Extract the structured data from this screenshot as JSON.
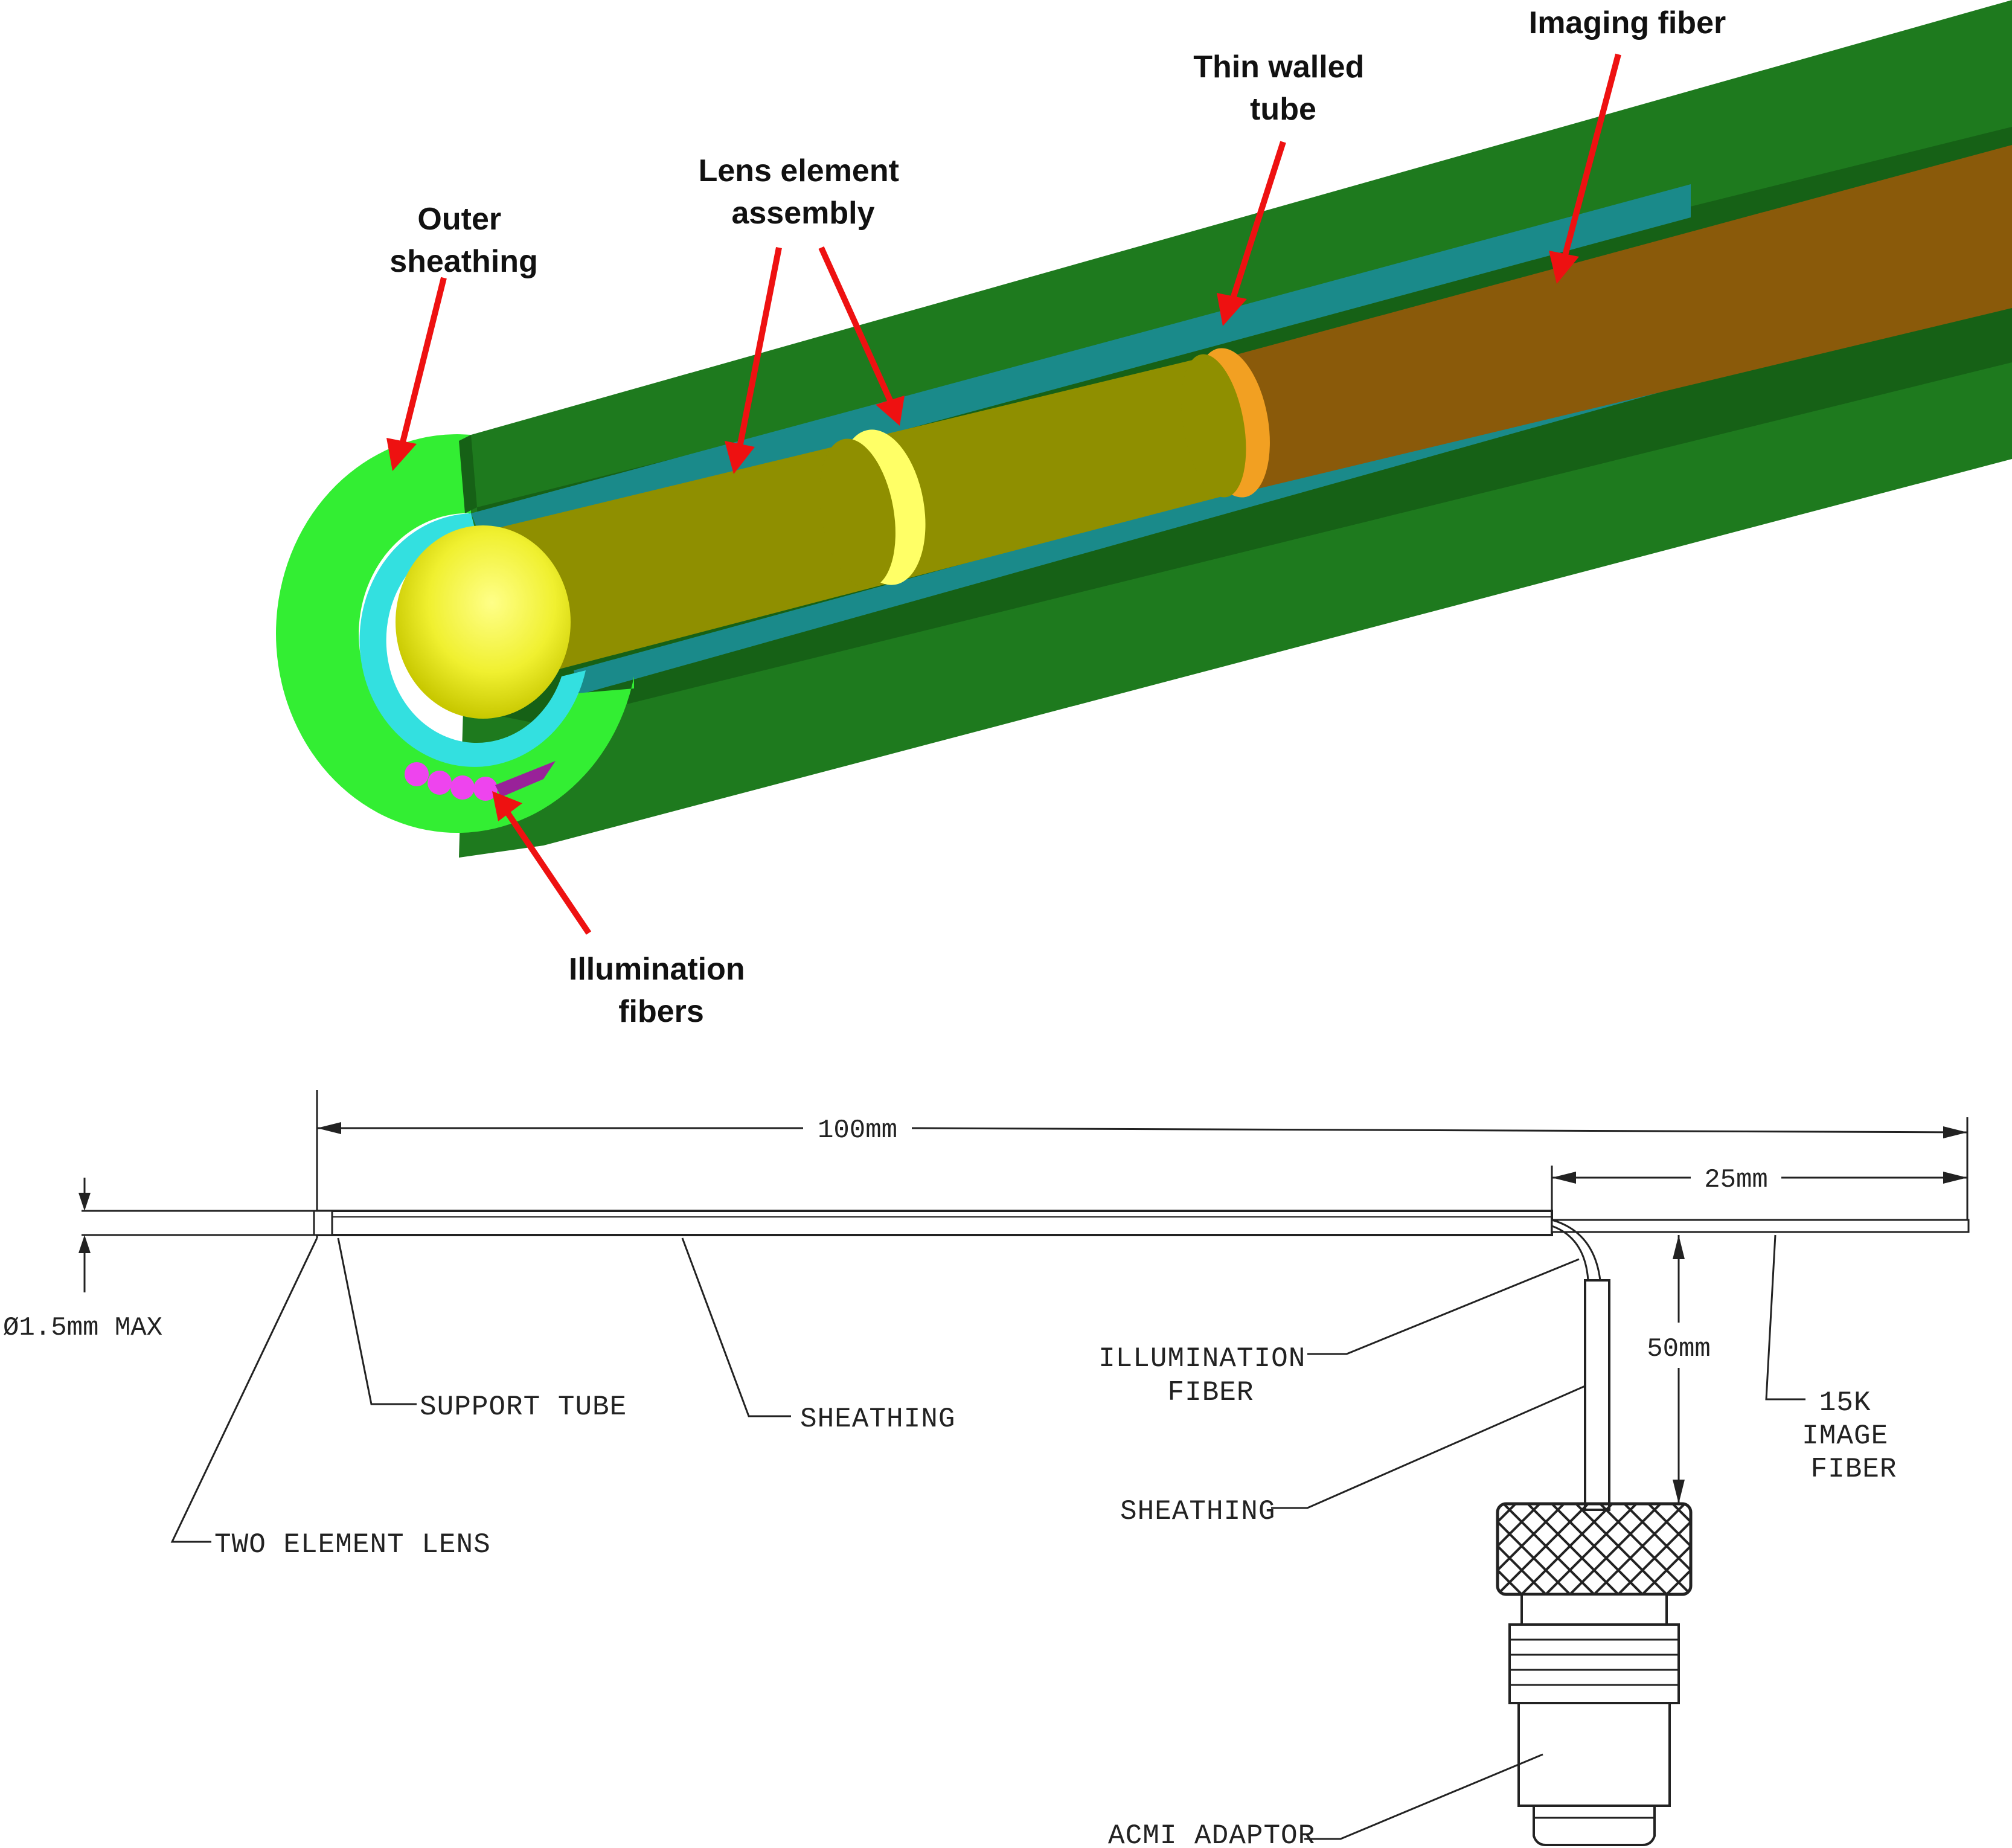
{
  "figure_3d": {
    "labels": {
      "outer_sheathing": [
        "Outer",
        "sheathing"
      ],
      "lens_element_assembly": [
        "Lens element",
        "assembly"
      ],
      "thin_walled_tube": [
        "Thin walled",
        "tube"
      ],
      "imaging_fiber": [
        "Imaging fiber"
      ],
      "illumination_fibers": [
        "Illumination",
        "fibers"
      ]
    },
    "colors": {
      "sheath_dark": "#1e7a1e",
      "sheath_face": "#33ee33",
      "tube_face": "#33e0e0",
      "tube_dark": "#1a8a8a",
      "lens": "#f2f233",
      "lens_body": "#8f8f00",
      "imaging_fiber": "#8a5a0a",
      "illumination": "#ee44ee",
      "arrow": "#ee1111"
    }
  },
  "figure_drawing": {
    "dimensions": {
      "length_total": "100mm",
      "length_fiber": "25mm",
      "length_branch": "50mm",
      "diameter": "Ø1.5mm MAX"
    },
    "labels": {
      "support_tube": "SUPPORT TUBE",
      "sheathing_main": "SHEATHING",
      "two_element_lens": "TWO ELEMENT LENS",
      "illumination_fiber": [
        "ILLUMINATION",
        "FIBER"
      ],
      "sheathing_branch": "SHEATHING",
      "image_fiber": [
        "15K",
        "IMAGE",
        "FIBER"
      ],
      "acmi_adaptor": "ACMI ADAPTOR"
    }
  }
}
